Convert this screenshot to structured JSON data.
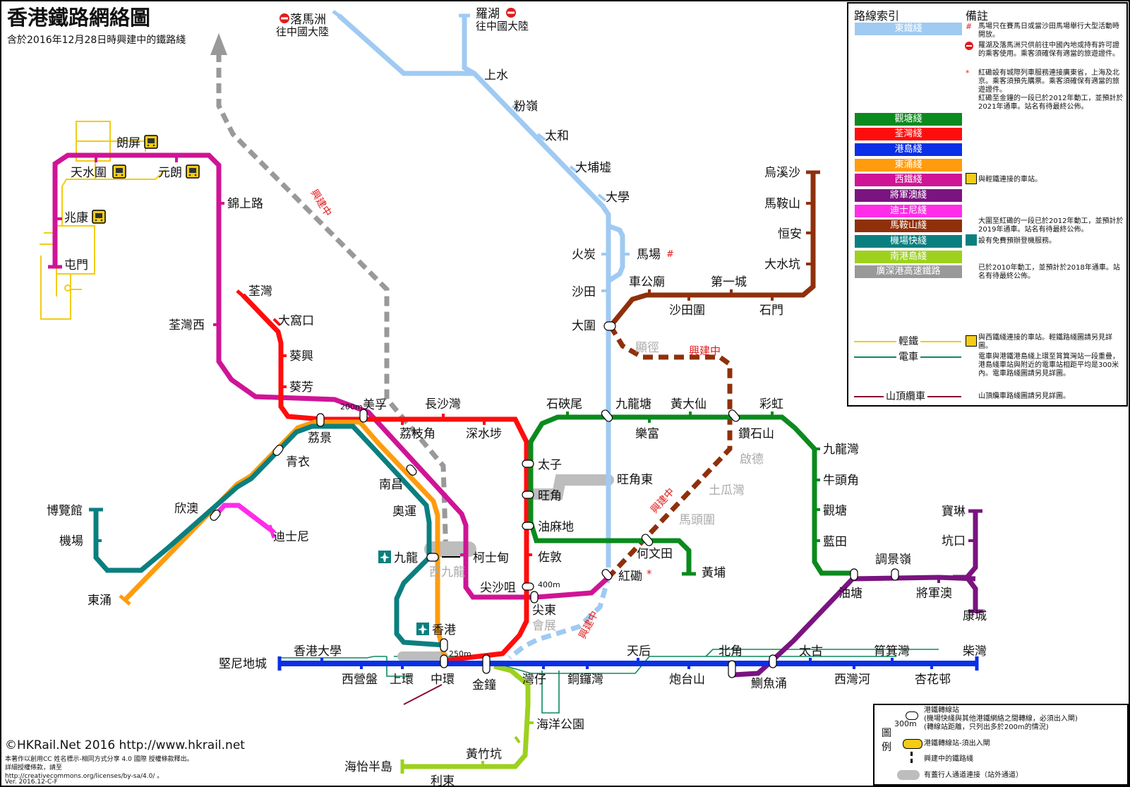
{
  "header": {
    "title": "香港鐵路網絡圖",
    "subtitle": "含於2016年12月28日時興建中的鐵路綫"
  },
  "colors": {
    "east_rail": "#9fcaf2",
    "kwun_tong": "#0b8a1e",
    "tsuen_wan": "#ff0d0d",
    "island": "#0a2fe6",
    "tung_chung": "#ff9c0d",
    "west_rail": "#cf1496",
    "tseung_kwan_o": "#7a1480",
    "disneyland": "#ff2de8",
    "ma_on_shan": "#8f300b",
    "airport_express": "#0b7f7f",
    "south_island": "#9dd11e",
    "high_speed": "#999999",
    "light_rail": "#f2cc17",
    "tram": "#0c8a5d",
    "peak_tram": "#8a0b31"
  },
  "stations": {
    "lok_ma_chau": "落馬洲",
    "to_mainland_1": "往中國大陸",
    "lo_wu": "羅湖",
    "to_mainland_2": "往中國大陸",
    "sheung_shui": "上水",
    "fanling": "粉嶺",
    "tai_wo": "太和",
    "tai_po_market": "大埔墟",
    "university": "大學",
    "fo_tan": "火炭",
    "racecourse": "馬場",
    "sha_tin": "沙田",
    "tai_wai": "大圍",
    "che_kung_temple": "車公廟",
    "sha_tin_wai": "沙田圍",
    "city_one": "第一城",
    "shek_mun": "石門",
    "wu_kai_sha": "烏溪沙",
    "ma_on_shan": "馬鞍山",
    "heng_on": "恒安",
    "tai_shui_hang": "大水坑",
    "hin_keng": "顯徑",
    "long_ping": "朗屏",
    "tin_shui_wai": "天水圍",
    "yuen_long": "元朗",
    "kam_sheung_road": "錦上路",
    "siu_hong": "兆康",
    "tuen_mun": "屯門",
    "tsuen_wan_west": "荃灣西",
    "tsuen_wan": "荃灣",
    "tai_wo_hau": "大窩口",
    "kwai_hing": "葵興",
    "kwai_fong": "葵芳",
    "mei_foo": "美孚",
    "lai_king": "荔景",
    "lai_chi_kok": "荔枝角",
    "cheung_sha_wan": "長沙灣",
    "sham_shui_po": "深水埗",
    "tsing_yi": "青衣",
    "nam_cheong": "南昌",
    "olympic": "奧運",
    "kowloon": "九龍",
    "austin": "柯士甸",
    "west_kowloon": "西九龍",
    "sunny_bay": "欣澳",
    "disneyland_resort": "迪士尼",
    "asiaworld_expo": "博覽館",
    "airport": "機場",
    "tung_chung": "東涌",
    "prince_edward": "太子",
    "mong_kok": "旺角",
    "mong_kok_east": "旺角東",
    "yau_ma_tei": "油麻地",
    "jordan": "佐敦",
    "tsim_sha_tsui": "尖沙咀",
    "east_tsim_sha_tsui": "尖東",
    "hung_hom": "紅磡",
    "exhibition": "會展",
    "ho_man_tin": "何文田",
    "whampoa": "黃埔",
    "to_kwa_wan": "土瓜灣",
    "ma_tau_wai": "馬頭圍",
    "kai_tak": "啟德",
    "shek_kip_mei": "石硤尾",
    "kowloon_tong": "九龍塘",
    "lok_fu": "樂富",
    "wong_tai_sin": "黃大仙",
    "diamond_hill": "鑽石山",
    "choi_hung": "彩虹",
    "kowloon_bay": "九龍灣",
    "ngau_tau_kok": "牛頭角",
    "kwun_tong": "觀塘",
    "lam_tin": "藍田",
    "yau_tong": "油塘",
    "tiu_keng_leng": "調景嶺",
    "tseung_kwan_o": "將軍澳",
    "lohas_park": "康城",
    "po_lam": "寶琳",
    "hang_hau": "坑口",
    "hong_kong": "香港",
    "kennedy_town": "堅尼地城",
    "hku": "香港大學",
    "sai_ying_pun": "西營盤",
    "sheung_wan": "上環",
    "central": "中環",
    "admiralty": "金鐘",
    "wan_chai": "灣仔",
    "causeway_bay": "銅鑼灣",
    "tin_hau": "天后",
    "fortress_hill": "炮台山",
    "north_point": "北角",
    "quarry_bay": "鰂魚涌",
    "tai_koo": "太古",
    "sai_wan_ho": "西灣河",
    "shau_kei_wan": "筲箕灣",
    "heng_fa_chuen": "杏花邨",
    "chai_wan": "柴灣",
    "ocean_park": "海洋公園",
    "wong_chuk_hang": "黃竹坑",
    "lei_tung": "利東",
    "south_horizons": "海怡半島"
  },
  "annotations": {
    "under_construction_1": "興建中",
    "under_construction_2": "興建中",
    "under_construction_3": "興建中",
    "under_construction_4": "興建中",
    "dist_200m": "200m",
    "dist_400m": "400m",
    "dist_250m": "250m",
    "hash": "#",
    "star": "*"
  },
  "legend": {
    "lines_heading": "路線索引",
    "notes_heading": "備註",
    "east_rail": "東鐵綫",
    "kwun_tong": "觀塘綫",
    "tsuen_wan": "荃灣綫",
    "island": "港島綫",
    "tung_chung": "東涌綫",
    "west_rail": "西鐵綫",
    "tseung_kwan_o": "將軍澳綫",
    "disneyland": "迪士尼綫",
    "ma_on_shan": "馬鞍山綫",
    "airport_express": "機場快綫",
    "south_island": "南港島綫",
    "high_speed": "廣深港高速鐵路",
    "note_hash_mark": "#",
    "note_hash": "馬場只在賽馬日或當沙田馬場舉行大型活動時開放。",
    "note_border": "羅湖及落馬洲只供前往中國內地或持有許可證的乘客使用。乘客須確保有適當的旅遊證件。",
    "note_star_mark": "*",
    "note_star": "紅磡設有城際列車服務連接廣東省，上海及北京。乘客須預先購票。乘客須確保有適當的旅遊證件。",
    "note_star_2": "紅磡至金鐘的一段已於2012年動工，並預計於2021年通車。站名有待最終公佈。",
    "note_west_rail": "與輕鐵連接的車站。",
    "note_ma_on_shan": "大圍至紅磡的一段已於2012年動工，並預計於2019年通車。站名有待最終公佈。",
    "note_airport": "設有免費預辦登機服務。",
    "note_high_speed": "已於2010年動工，並預計於2018年通車。站名有待最終公佈。",
    "light_rail": "輕鐵",
    "note_light_rail": "與西鐵綫連接的車站。輕鐵路綫圖請另見詳圖。",
    "tram": "電車",
    "note_tram": "電車與港鐵港島綫上環至筲箕灣站一段重疊，港島綫車站與附近的電車站相距平均是300米內。電車路綫圖請另見詳圖。",
    "peak_tram": "山頂纜車",
    "note_peak_tram": "山頂纜車路綫圖請另見詳圖。"
  },
  "key": {
    "side_title": "圖例",
    "interchange": "港鐵轉線站",
    "interchange_detail": "(機場快綫與其他港鐵網絡之間轉線，必須出入閘)",
    "interchange_distance": "(轉線站距離，只列出多於200m的情況)",
    "distance_sample": "300m",
    "exit_interchange": "港鐵轉線站-須出入閘",
    "under_construction": "興建中的鐵路綫",
    "walkway": "有蓋行人通道連接（站外通道）"
  },
  "footer": {
    "copyright": "©HKRail.Net 2016 http://www.hkrail.net",
    "license_1": "本著作以創用CC 姓名標示-相同方式分享 4.0 國際 授權條款釋出。",
    "license_2": "詳細授權條款，請至",
    "license_url": "http://creativecommons.org/licenses/by-sa/4.0/ 。",
    "version": "Ver. 2016.12-C-F"
  }
}
